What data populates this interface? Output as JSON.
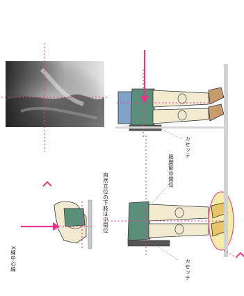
{
  "labels": {
    "xray_center_line": "X線中心線",
    "natural_standing_lower_leg": "自然立位の下肢は中間位",
    "hip_joint_neutral": "股関節中間位",
    "cassette_left": "カセッテ",
    "cassette_right": "カセッテ"
  },
  "colors": {
    "accent_pink": "#e8358a",
    "skin": "#f2ead0",
    "shorts": "#5b8f7c",
    "shirt": "#7fa2c8",
    "shoe": "#c79a6b",
    "cassette_gray": "#c8c8c8",
    "highlight_yellow": "#f6eaa0"
  },
  "icons": [
    "beam-arrow-icon",
    "arrowhead-icon",
    "xray-image"
  ]
}
